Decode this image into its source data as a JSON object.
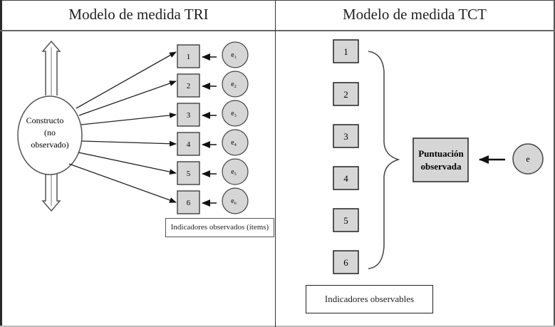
{
  "headers": {
    "tri": "Modelo de medida TRI",
    "tct": "Modelo de medida TCT"
  },
  "tri": {
    "construct": {
      "line1": "Constructo",
      "line2": "(no",
      "line3": "observado)"
    },
    "items": [
      "1",
      "2",
      "3",
      "4",
      "5",
      "6"
    ],
    "errors": [
      {
        "base": "e",
        "sub": "1"
      },
      {
        "base": "e",
        "sub": "2"
      },
      {
        "base": "e",
        "sub": "3"
      },
      {
        "base": "e",
        "sub": "4"
      },
      {
        "base": "e",
        "sub": "5"
      },
      {
        "base": "e",
        "sub": "6"
      }
    ],
    "indicators_label": "Indicadores observados (ítems)"
  },
  "tct": {
    "items": [
      "1",
      "2",
      "3",
      "4",
      "5",
      "6"
    ],
    "score": {
      "line1": "Puntuación",
      "line2": "observada"
    },
    "error": "e",
    "indicators_label": "Indicadores observables"
  },
  "colors": {
    "box_fill": "#d6d6d6",
    "stroke": "#333333",
    "background": "#ffffff"
  }
}
